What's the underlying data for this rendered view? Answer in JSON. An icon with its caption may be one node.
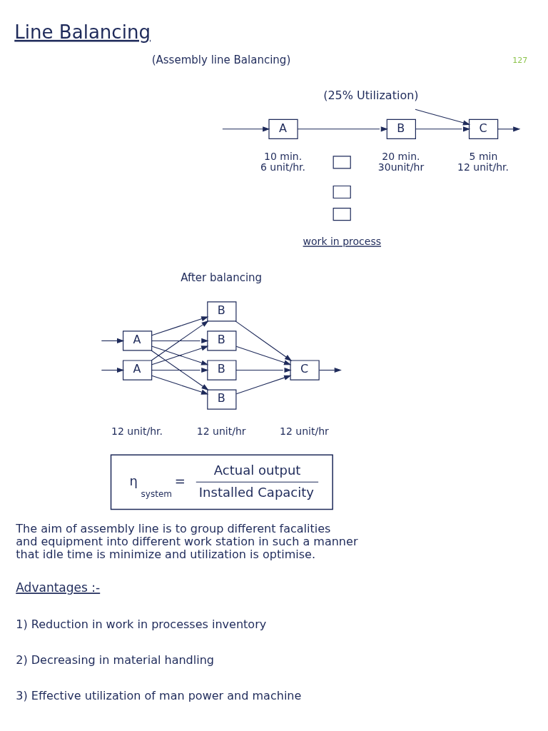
{
  "diagram": {
    "title": "Line Balancing",
    "nodes": [
      {
        "text": [
          "(25% Utilization)"
        ]
      },
      {
        "text": [
          "A"
        ],
        "beside": [
          "10 min.",
          "6 unit/hr."
        ]
      },
      {
        "text": [
          "B"
        ],
        "beside": [
          "20 min.",
          "30unit/hr"
        ]
      },
      {
        "text": [
          "C"
        ],
        "beside": [
          "5 min",
          "12 unit/hr."
        ]
      },
      {
        "text": [],
        "shape": "box"
      },
      {
        "text": [],
        "shape": "box"
      },
      {
        "text": [],
        "shape": "box"
      },
      {
        "text": [
          "A"
        ]
      },
      {
        "text": [
          "A"
        ]
      },
      {
        "text": [
          "B"
        ]
      },
      {
        "text": [
          "B"
        ]
      },
      {
        "text": [
          "B"
        ]
      },
      {
        "text": [
          "B"
        ]
      },
      {
        "text": [
          "C"
        ]
      },
      {
        "text": [
          "η$_{system}$ =",
          "Actual output",
          "Installed Capacity"
        ]
      }
    ],
    "edges": [
      {
        "from": null,
        "to": 1,
        "arrow": "to"
      },
      {
        "from": 1,
        "to": 2,
        "arrow": "to"
      },
      {
        "from": 2,
        "to": 3,
        "arrow": "to"
      },
      {
        "from": 3,
        "to": null,
        "arrow": "to"
      },
      {
        "from": 0,
        "to": 3,
        "arrow": "to"
      },
      {
        "from": null,
        "to": 7,
        "arrow": "to"
      },
      {
        "from": null,
        "to": 8,
        "arrow": "to"
      },
      {
        "from": 7,
        "to": 9,
        "arrow": "to"
      },
      {
        "from": 7,
        "to": 10,
        "arrow": "to"
      },
      {
        "from": 7,
        "to": 11,
        "arrow": "to"
      },
      {
        "from": 7,
        "to": 12,
        "arrow": "to"
      },
      {
        "from": 8,
        "to": 9,
        "arrow": "to"
      },
      {
        "from": 8,
        "to": 10,
        "arrow": "to"
      },
      {
        "from": 8,
        "to": 11,
        "arrow": "to"
      },
      {
        "from": 8,
        "to": 12,
        "arrow": "to"
      },
      {
        "from": 9,
        "to": 13,
        "arrow": "to"
      },
      {
        "from": 10,
        "to": 13,
        "arrow": "to"
      },
      {
        "from": 11,
        "to": 13,
        "arrow": "to"
      },
      {
        "from": 12,
        "to": 13,
        "arrow": "to"
      },
      {
        "from": 13,
        "to": null,
        "arrow": "to"
      }
    ],
    "labels": [
      "127",
      "(Assembly line Balancing)",
      "work in process",
      "After balancing",
      "12 unit/hr.",
      "12 unit/hr",
      "12 unit/hr",
      "The aim of assembly line is to group different facalities and equipment into different work station in such a manner that idle time is minimize and utilization is optimise.",
      "Advantages :-",
      "1) Reduction in work in processes inventory",
      "2) Decreasing in material handling",
      "3) Effective utilization of man power and machine"
    ]
  }
}
